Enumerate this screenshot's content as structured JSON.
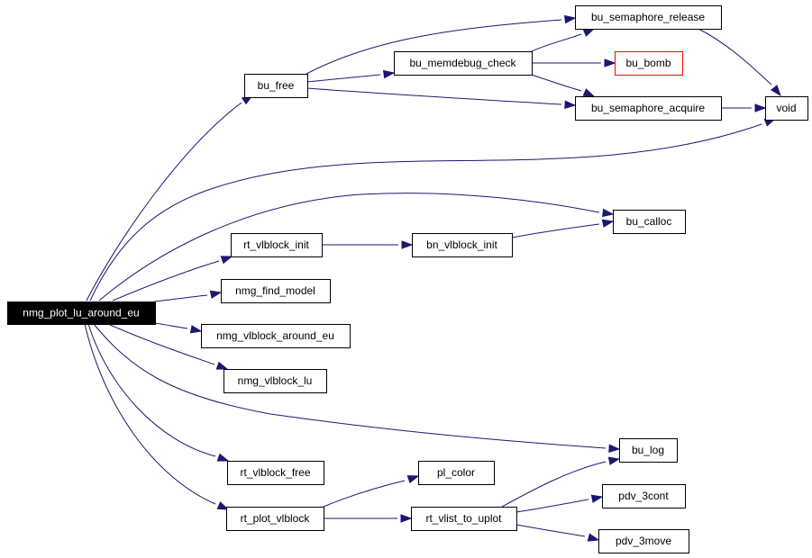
{
  "colors": {
    "edge": "#191970",
    "node_border": "#000000",
    "error_border": "#ff0000",
    "root_fill": "#000000",
    "root_text": "#ffffff",
    "background": "#ffffff"
  },
  "nodes": [
    {
      "id": "root",
      "label": "nmg_plot_lu_around_eu",
      "kind": "root"
    },
    {
      "id": "bu_free",
      "label": "bu_free"
    },
    {
      "id": "bu_memdebug_check",
      "label": "bu_memdebug_check"
    },
    {
      "id": "bu_semaphore_release",
      "label": "bu_semaphore_release"
    },
    {
      "id": "bu_bomb",
      "label": "bu_bomb",
      "kind": "error"
    },
    {
      "id": "bu_semaphore_acquire",
      "label": "bu_semaphore_acquire"
    },
    {
      "id": "void",
      "label": "void"
    },
    {
      "id": "bu_calloc",
      "label": "bu_calloc"
    },
    {
      "id": "rt_vlblock_init",
      "label": "rt_vlblock_init"
    },
    {
      "id": "bn_vlblock_init",
      "label": "bn_vlblock_init"
    },
    {
      "id": "nmg_find_model",
      "label": "nmg_find_model"
    },
    {
      "id": "nmg_vlblock_around_eu",
      "label": "nmg_vlblock_around_eu"
    },
    {
      "id": "nmg_vlblock_lu",
      "label": "nmg_vlblock_lu"
    },
    {
      "id": "bu_log",
      "label": "bu_log"
    },
    {
      "id": "rt_vlblock_free",
      "label": "rt_vlblock_free"
    },
    {
      "id": "pl_color",
      "label": "pl_color"
    },
    {
      "id": "rt_plot_vlblock",
      "label": "rt_plot_vlblock"
    },
    {
      "id": "rt_vlist_to_uplot",
      "label": "rt_vlist_to_uplot"
    },
    {
      "id": "pdv_3cont",
      "label": "pdv_3cont"
    },
    {
      "id": "pdv_3move",
      "label": "pdv_3move"
    }
  ],
  "edges": [
    {
      "from": "root",
      "to": "bu_free"
    },
    {
      "from": "root",
      "to": "void"
    },
    {
      "from": "root",
      "to": "bu_calloc"
    },
    {
      "from": "root",
      "to": "rt_vlblock_init"
    },
    {
      "from": "root",
      "to": "nmg_find_model"
    },
    {
      "from": "root",
      "to": "nmg_vlblock_around_eu"
    },
    {
      "from": "root",
      "to": "nmg_vlblock_lu"
    },
    {
      "from": "root",
      "to": "bu_log"
    },
    {
      "from": "root",
      "to": "rt_vlblock_free"
    },
    {
      "from": "root",
      "to": "rt_plot_vlblock"
    },
    {
      "from": "bu_free",
      "to": "bu_semaphore_release"
    },
    {
      "from": "bu_free",
      "to": "bu_memdebug_check"
    },
    {
      "from": "bu_free",
      "to": "bu_semaphore_acquire"
    },
    {
      "from": "bu_memdebug_check",
      "to": "bu_semaphore_release"
    },
    {
      "from": "bu_memdebug_check",
      "to": "bu_bomb"
    },
    {
      "from": "bu_memdebug_check",
      "to": "bu_semaphore_acquire"
    },
    {
      "from": "bu_semaphore_release",
      "to": "void"
    },
    {
      "from": "bu_semaphore_acquire",
      "to": "void"
    },
    {
      "from": "rt_vlblock_init",
      "to": "bn_vlblock_init"
    },
    {
      "from": "bn_vlblock_init",
      "to": "bu_calloc"
    },
    {
      "from": "rt_plot_vlblock",
      "to": "pl_color"
    },
    {
      "from": "rt_plot_vlblock",
      "to": "rt_vlist_to_uplot"
    },
    {
      "from": "rt_vlist_to_uplot",
      "to": "bu_log"
    },
    {
      "from": "rt_vlist_to_uplot",
      "to": "pdv_3cont"
    },
    {
      "from": "rt_vlist_to_uplot",
      "to": "pdv_3move"
    }
  ]
}
